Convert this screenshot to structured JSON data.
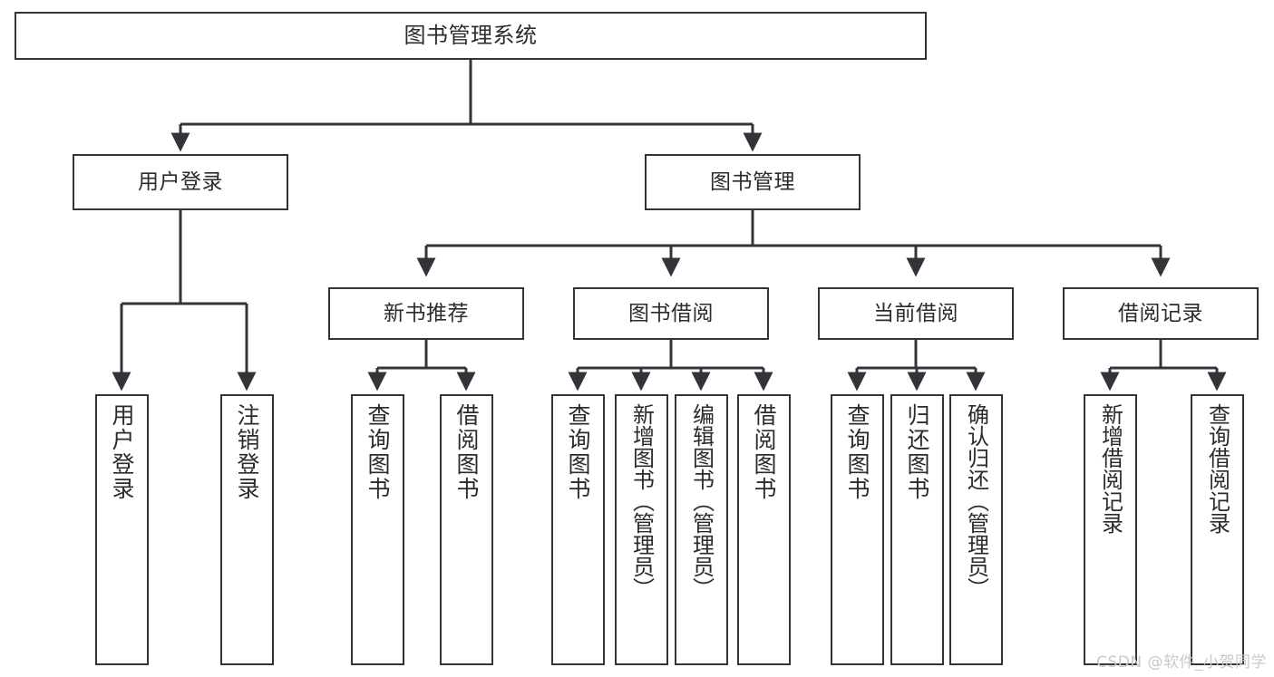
{
  "diagram": {
    "type": "tree",
    "title": "图书管理系统",
    "watermark": "CSDN @软件_小贺同学",
    "colors": {
      "stroke": "#33343a",
      "text": "#2b2b2b",
      "background": "#ffffff",
      "watermark": "#c9c9c9"
    },
    "nodes": {
      "root": {
        "label": "图书管理系统",
        "level": 0
      },
      "l1": [
        {
          "id": "user-login",
          "label": "用户登录",
          "level": 1
        },
        {
          "id": "book-manage",
          "label": "图书管理",
          "level": 1
        }
      ],
      "l2": [
        {
          "id": "new-book-recommend",
          "label": "新书推荐",
          "level": 2,
          "parent": "book-manage"
        },
        {
          "id": "book-borrow",
          "label": "图书借阅",
          "level": 2,
          "parent": "book-manage"
        },
        {
          "id": "current-borrow",
          "label": "当前借阅",
          "level": 2,
          "parent": "book-manage"
        },
        {
          "id": "borrow-record",
          "label": "借阅记录",
          "level": 2,
          "parent": "book-manage"
        }
      ],
      "leaves": [
        {
          "id": "leaf-user-login",
          "label": "用户登录",
          "parent": "user-login"
        },
        {
          "id": "leaf-user-logout",
          "label": "注销登录",
          "parent": "user-login"
        },
        {
          "id": "leaf-query-book-1",
          "label": "查询图书",
          "parent": "new-book-recommend"
        },
        {
          "id": "leaf-borrow-book-1",
          "label": "借阅图书",
          "parent": "new-book-recommend"
        },
        {
          "id": "leaf-query-book-2",
          "label": "查询图书",
          "parent": "book-borrow"
        },
        {
          "id": "leaf-add-book",
          "label": "新增图书（管理员）",
          "parent": "book-borrow"
        },
        {
          "id": "leaf-edit-book",
          "label": "编辑图书（管理员）",
          "parent": "book-borrow"
        },
        {
          "id": "leaf-borrow-book-2",
          "label": "借阅图书",
          "parent": "book-borrow"
        },
        {
          "id": "leaf-query-book-3",
          "label": "查询图书",
          "parent": "current-borrow"
        },
        {
          "id": "leaf-return-book",
          "label": "归还图书",
          "parent": "current-borrow"
        },
        {
          "id": "leaf-confirm-return",
          "label": "确认归还（管理员）",
          "parent": "current-borrow"
        },
        {
          "id": "leaf-add-record",
          "label": "新增借阅记录",
          "parent": "borrow-record"
        },
        {
          "id": "leaf-query-record",
          "label": "查询借阅记录",
          "parent": "borrow-record"
        }
      ]
    }
  }
}
